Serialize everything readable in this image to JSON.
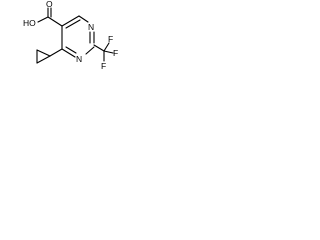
{
  "structure": {
    "atoms": {
      "hydroxyl": "HO",
      "carbonyl_oxygen": "O",
      "nitrogen_1": "N",
      "nitrogen_3": "N",
      "fluorine_top": "F",
      "fluorine_right": "F",
      "fluorine_bottom": "F"
    }
  }
}
